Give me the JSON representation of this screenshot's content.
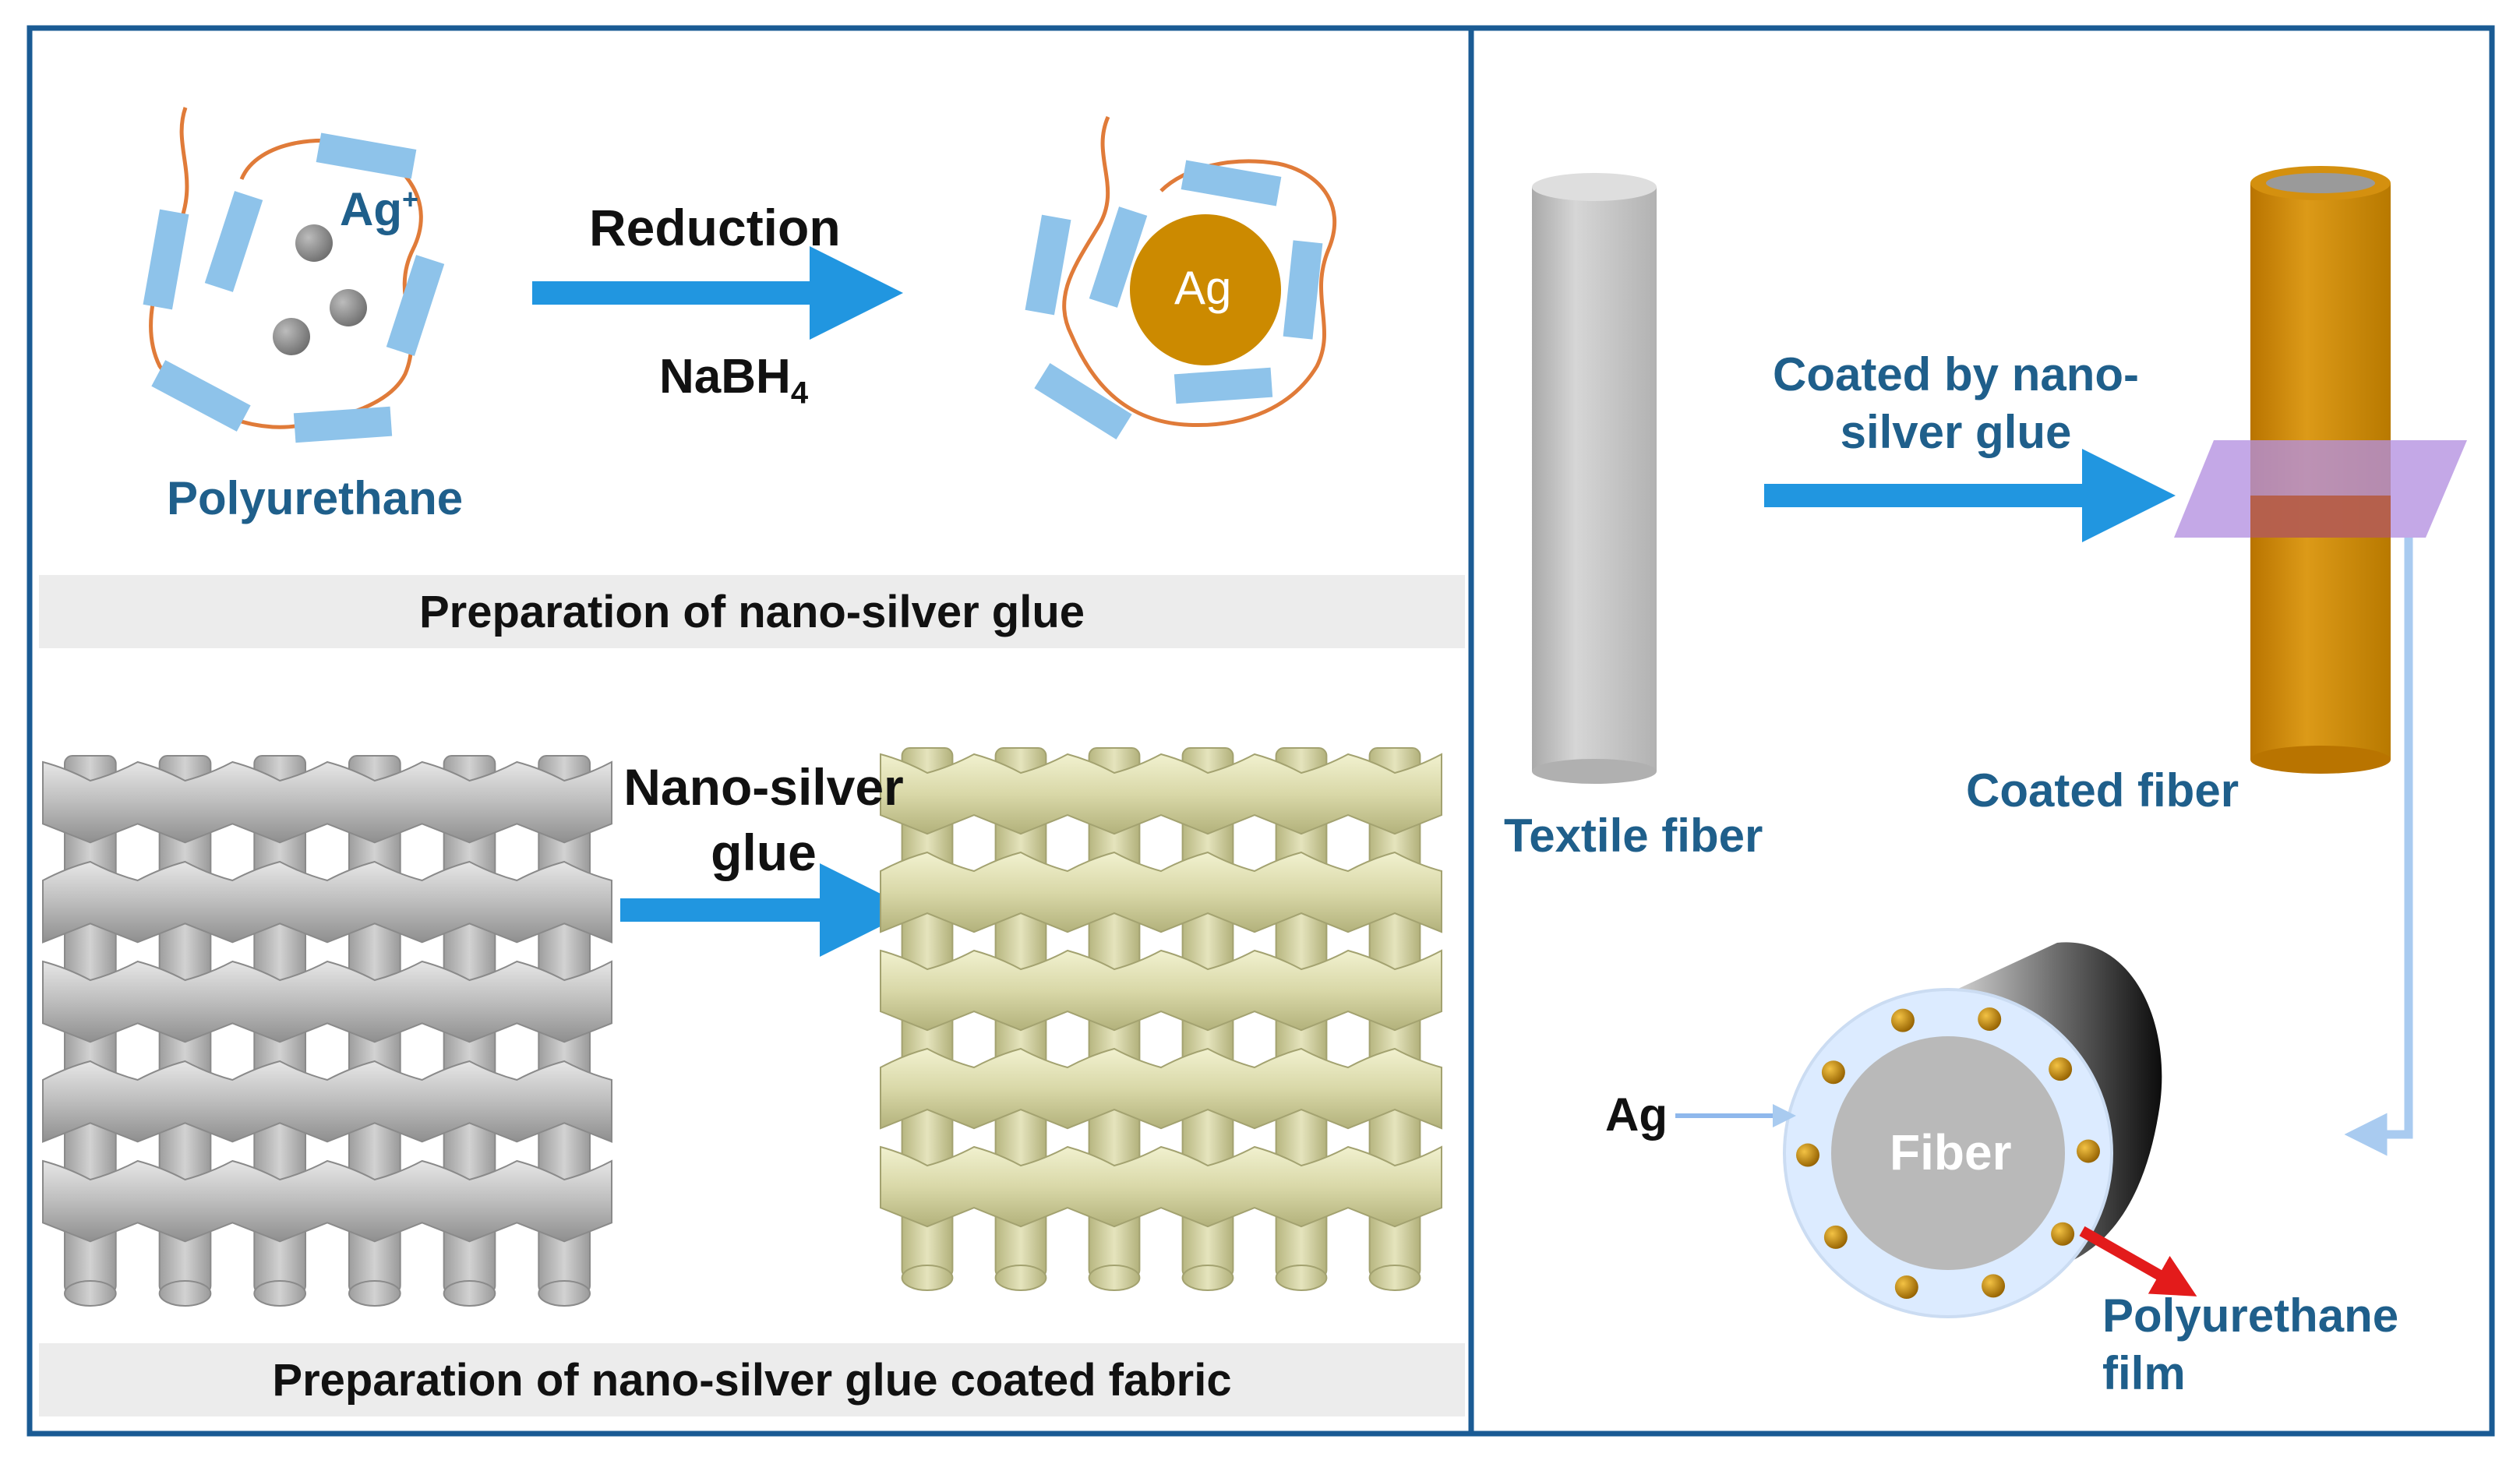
{
  "colors": {
    "frame": "#1a5b94",
    "arrow_blue": "#2196e0",
    "label_blue": "#1f5f8b",
    "polymer_block": "#8ec3ea",
    "chain_orange": "#e07b39",
    "silver_gold": "#cc8a00",
    "fiber_gray": "#c4c4c4",
    "coated_fiber": "#d4900f",
    "film_purple": "#b38fe0",
    "polyurethane_red": "#e31b1b"
  },
  "top_left": {
    "ion_label": "Ag",
    "ion_charge": "+",
    "reaction_label": "Reduction",
    "reagent": "NaBH",
    "reagent_subscript": "4",
    "particle_label": "Ag",
    "polymer_label": "Polyurethane",
    "banner": "Preparation of nano-silver glue"
  },
  "bottom_left": {
    "arrow_label_line1": "Nano-silver",
    "arrow_label_line2": "glue",
    "banner": "Preparation of nano-silver glue coated fabric"
  },
  "right": {
    "textile_fiber_label": "Textile fiber",
    "coating_label_line1": "Coated by nano-",
    "coating_label_line2": "silver glue",
    "coated_fiber_label": "Coated fiber",
    "ag_label": "Ag",
    "fiber_core_label": "Fiber",
    "film_label_line1": "Polyurethane",
    "film_label_line2": "film"
  }
}
